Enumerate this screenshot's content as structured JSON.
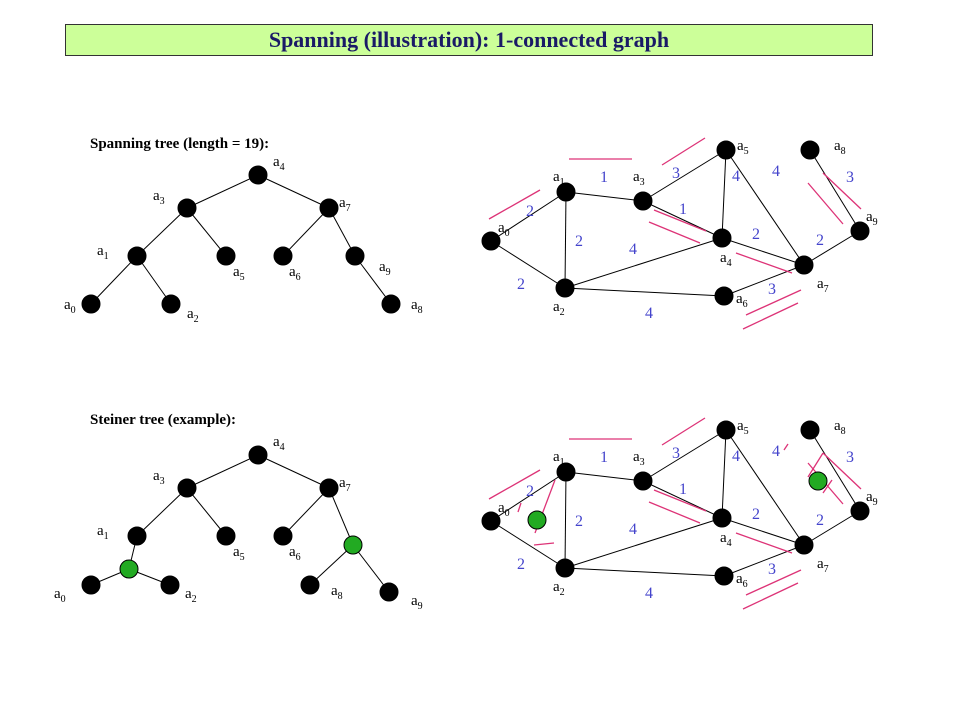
{
  "title": "Spanning (illustration): 1-connected graph",
  "captions": {
    "spanning": "Spanning tree (length = 19):",
    "steiner": "Steiner tree (example):"
  },
  "colors": {
    "node": "#000000",
    "steiner_node": "#22aa22",
    "weight_text": "#4444cc",
    "highlight": "#dd3377",
    "title_bg": "#ccff99",
    "title_text": "#1a1a66"
  },
  "node_labels": {
    "a0": {
      "base": "a",
      "sub": "0"
    },
    "a1": {
      "base": "a",
      "sub": "1"
    },
    "a2": {
      "base": "a",
      "sub": "2"
    },
    "a3": {
      "base": "a",
      "sub": "3"
    },
    "a4": {
      "base": "a",
      "sub": "4"
    },
    "a5": {
      "base": "a",
      "sub": "5"
    },
    "a6": {
      "base": "a",
      "sub": "6"
    },
    "a7": {
      "base": "a",
      "sub": "7"
    },
    "a8": {
      "base": "a",
      "sub": "8"
    },
    "a9": {
      "base": "a",
      "sub": "9"
    }
  },
  "spanning_tree": {
    "edges": [
      [
        "a4",
        "a3"
      ],
      [
        "a4",
        "a7"
      ],
      [
        "a3",
        "a1"
      ],
      [
        "a3",
        "a5"
      ],
      [
        "a1",
        "a0"
      ],
      [
        "a1",
        "a2"
      ],
      [
        "a7",
        "a6"
      ],
      [
        "a7",
        "a9"
      ],
      [
        "a9",
        "a8"
      ]
    ]
  },
  "steiner_tree": {
    "steiner_nodes": [
      "s1",
      "s2"
    ],
    "edges": [
      [
        "a4",
        "a3"
      ],
      [
        "a4",
        "a7"
      ],
      [
        "a3",
        "a1"
      ],
      [
        "a3",
        "a5"
      ],
      [
        "a1",
        "s1"
      ],
      [
        "s1",
        "a0"
      ],
      [
        "s1",
        "a2"
      ],
      [
        "a7",
        "a6"
      ],
      [
        "a7",
        "s2"
      ],
      [
        "s2",
        "a8"
      ],
      [
        "s2",
        "a9"
      ]
    ]
  },
  "graph": {
    "edges": [
      {
        "u": "a0",
        "v": "a1",
        "w": "2"
      },
      {
        "u": "a0",
        "v": "a2",
        "w": "2"
      },
      {
        "u": "a1",
        "v": "a3",
        "w": "1"
      },
      {
        "u": "a1",
        "v": "a2",
        "w": "2"
      },
      {
        "u": "a3",
        "v": "a5",
        "w": "3"
      },
      {
        "u": "a3",
        "v": "a4",
        "w": "1"
      },
      {
        "u": "a2",
        "v": "a4",
        "w": "4"
      },
      {
        "u": "a2",
        "v": "a6",
        "w": "4"
      },
      {
        "u": "a5",
        "v": "a4",
        "w": "4"
      },
      {
        "u": "a5",
        "v": "a7",
        "w": "4"
      },
      {
        "u": "a4",
        "v": "a7",
        "w": "2"
      },
      {
        "u": "a6",
        "v": "a7",
        "w": "3"
      },
      {
        "u": "a8",
        "v": "a9",
        "w": "3"
      },
      {
        "u": "a9",
        "v": "a7",
        "w": "2"
      }
    ],
    "steiner_extra_nodes": [
      "g1",
      "g2"
    ]
  }
}
